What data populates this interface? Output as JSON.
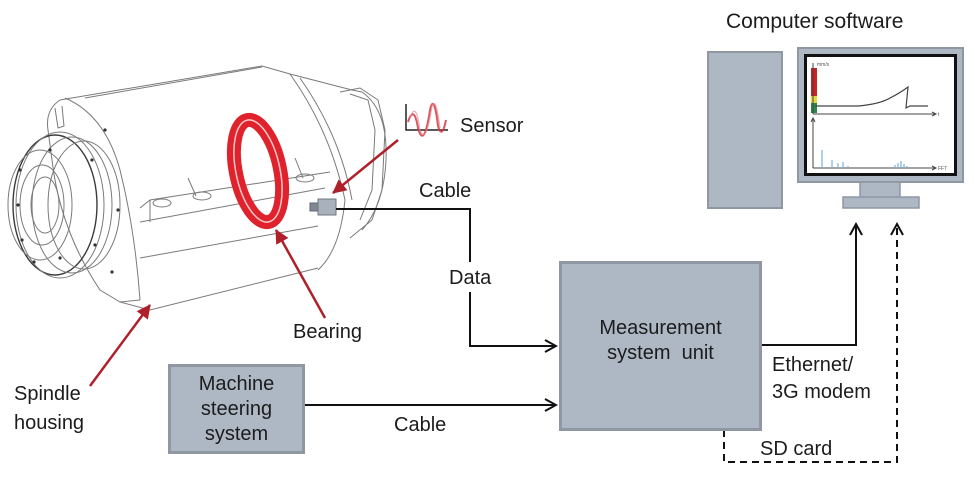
{
  "title": "Bearing condition monitoring system",
  "colors": {
    "box_fill": "#aeb7c4",
    "box_border": "#8f97a3",
    "pointer_arrow": "#b0202a",
    "bearing_red": "#e0222c",
    "line": "#111111",
    "gauge_red": "#cc2222",
    "gauge_yellow": "#e8d840",
    "gauge_green": "#2a8a4a",
    "fft_bars": "#7ab0d8"
  },
  "labels": {
    "computer_software": "Computer software",
    "sensor": "Sensor",
    "cable_top": "Cable",
    "data": "Data",
    "bearing": "Bearing",
    "spindle_housing_line1": "Spindle",
    "spindle_housing_line2": "housing",
    "cable_bottom": "Cable",
    "ethernet_line1": "Ethernet/",
    "ethernet_line2": "3G modem",
    "sd_card": "SD card"
  },
  "boxes": {
    "measurement": [
      "Measurement",
      "system  unit"
    ],
    "machine": [
      "Machine",
      "steering",
      "system"
    ]
  },
  "screen": {
    "top_axis_label": "mm/s",
    "top_x_label": "t",
    "bottom_x_label": "FFT"
  }
}
